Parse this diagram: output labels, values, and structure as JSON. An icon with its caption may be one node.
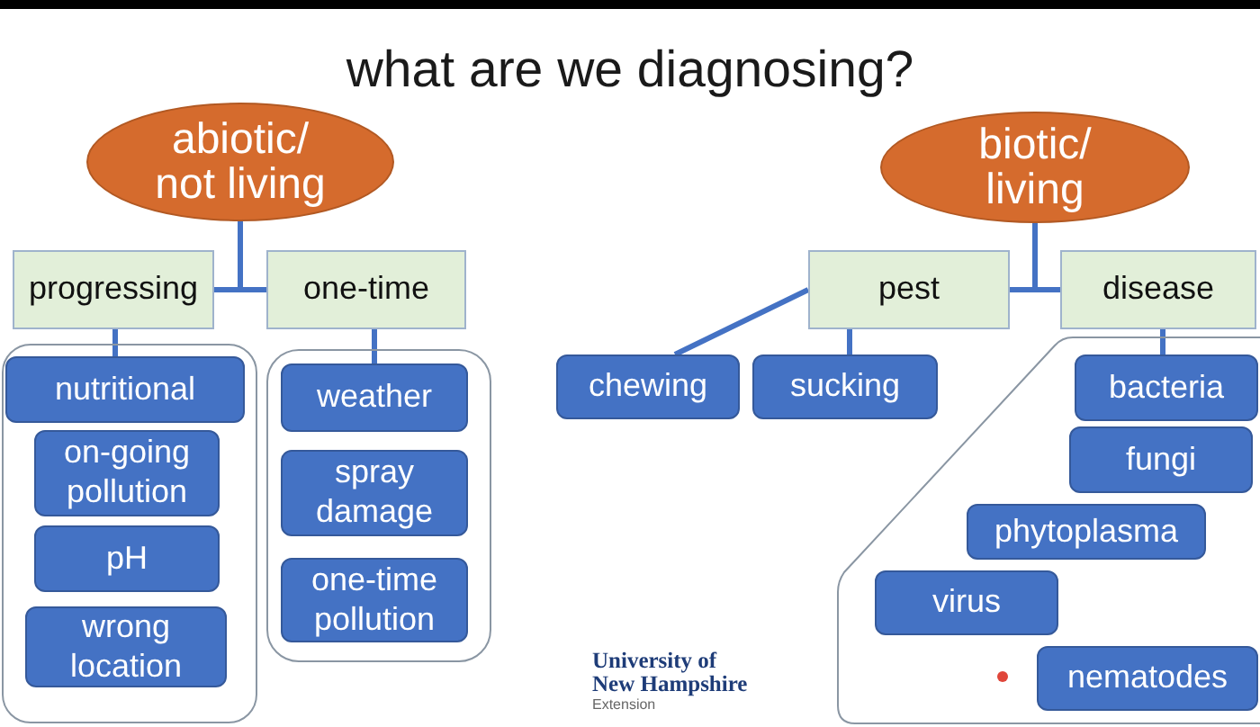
{
  "diagram": {
    "title": "what are we diagnosing?",
    "nodes": [
      {
        "text": [
          "abiotic/ not living"
        ]
      },
      {
        "text": [
          "progressing"
        ]
      },
      {
        "text": [
          "one-time"
        ]
      },
      {
        "text": [],
        "shape": "box"
      },
      {
        "text": [
          "nutritional"
        ],
        "in": 3
      },
      {
        "text": [
          "on-going pollution"
        ],
        "in": 3
      },
      {
        "text": [
          "pH"
        ],
        "in": 3
      },
      {
        "text": [
          "wrong location"
        ],
        "in": 3
      },
      {
        "text": [],
        "shape": "box"
      },
      {
        "text": [
          "weather"
        ],
        "in": 8
      },
      {
        "text": [
          "spray damage"
        ],
        "in": 8
      },
      {
        "text": [
          "one-time pollution"
        ],
        "in": 8
      },
      {
        "text": [
          "biotic/ living"
        ]
      },
      {
        "text": [
          "pest"
        ]
      },
      {
        "text": [
          "disease"
        ]
      },
      {
        "text": [
          "chewing"
        ]
      },
      {
        "text": [
          "sucking"
        ]
      },
      {
        "text": [],
        "shape": "polygon"
      },
      {
        "text": [
          "bacteria"
        ],
        "in": 17
      },
      {
        "text": [
          "fungi"
        ],
        "in": 17
      },
      {
        "text": [
          "phytoplasma"
        ],
        "in": 17
      },
      {
        "text": [
          "virus"
        ],
        "in": 17
      },
      {
        "text": [
          "nematodes"
        ],
        "in": 17
      }
    ],
    "edges": [
      {
        "from": 0,
        "to": 1,
        "arrow": "none"
      },
      {
        "from": 0,
        "to": 2,
        "arrow": "none"
      },
      {
        "from": 1,
        "to": 4,
        "arrow": "none"
      },
      {
        "from": 2,
        "to": 9,
        "arrow": "none"
      },
      {
        "from": 12,
        "to": 13,
        "arrow": "none"
      },
      {
        "from": 12,
        "to": 14,
        "arrow": "none"
      },
      {
        "from": 13,
        "to": 15,
        "arrow": "none"
      },
      {
        "from": 13,
        "to": 16,
        "arrow": "none"
      },
      {
        "from": 14,
        "to": 18,
        "arrow": "none"
      }
    ],
    "labels": [
      "University of New Hampshire",
      "Extension"
    ]
  }
}
